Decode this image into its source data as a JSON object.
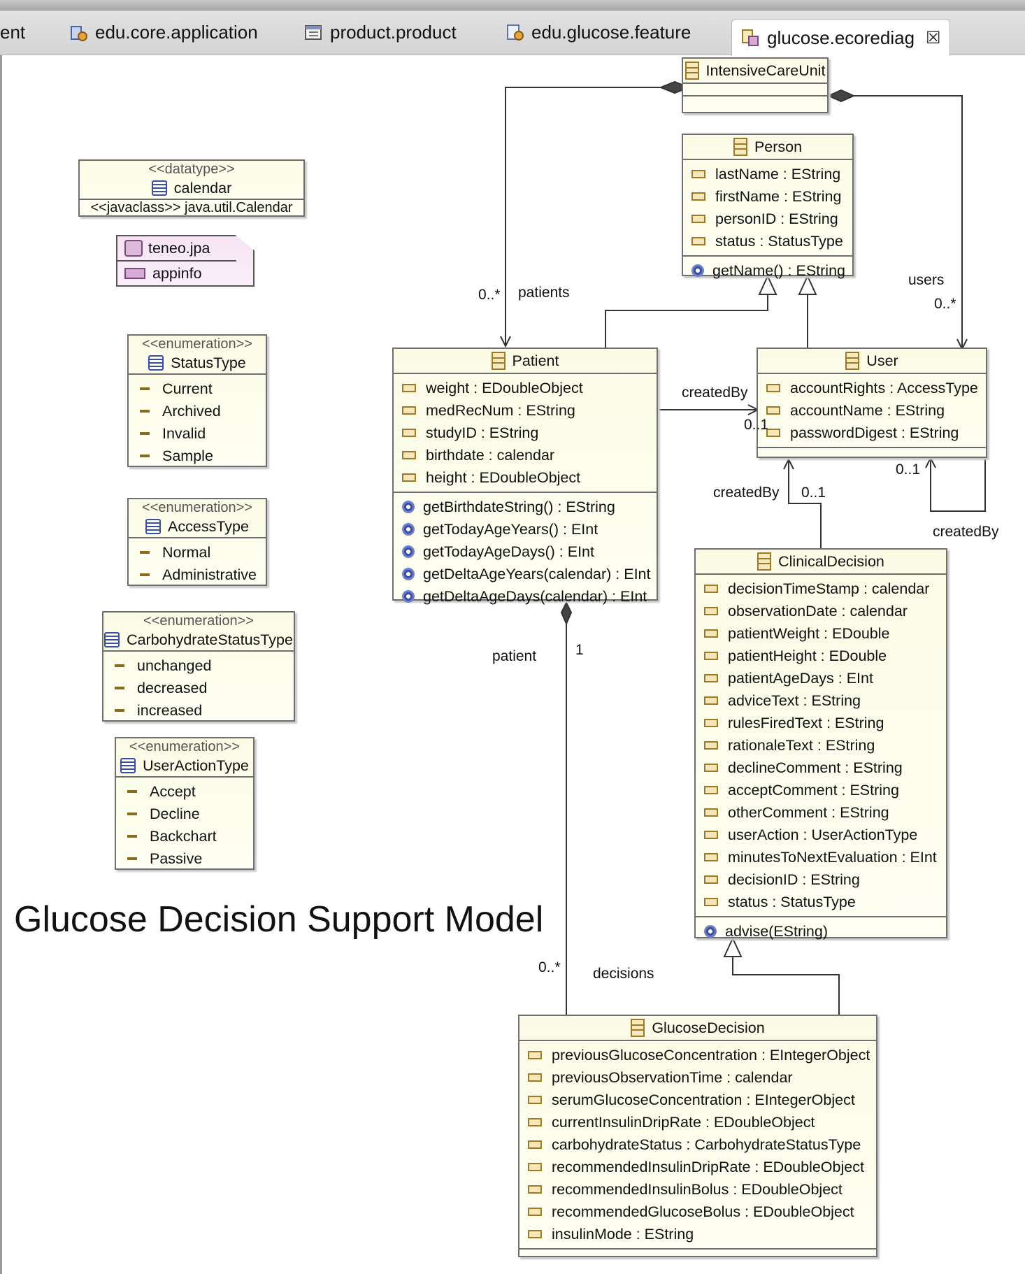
{
  "tabs": [
    {
      "label": "ent"
    },
    {
      "label": "edu.core.application"
    },
    {
      "label": "product.product"
    },
    {
      "label": "edu.glucose.feature"
    },
    {
      "label": "glucose.ecorediag",
      "active": true
    }
  ],
  "close_glyph": "☒",
  "diagram_title": "Glucose Decision Support Model",
  "nodes": {
    "icu": {
      "name": "IntensiveCareUnit"
    },
    "person": {
      "name": "Person",
      "attrs": [
        "lastName : EString",
        "firstName : EString",
        "personID : EString",
        "status : StatusType"
      ],
      "ops": [
        "getName() : EString"
      ]
    },
    "calendar": {
      "stereotype": "<<datatype>>",
      "name": "calendar",
      "instance": "<<javaclass>> java.util.Calendar"
    },
    "teneo": {
      "name": "teneo.jpa",
      "detail": "appinfo"
    },
    "statustype": {
      "stereotype": "<<enumeration>>",
      "name": "StatusType",
      "literals": [
        "Current",
        "Archived",
        "Invalid",
        "Sample"
      ]
    },
    "accesstype": {
      "stereotype": "<<enumeration>>",
      "name": "AccessType",
      "literals": [
        "Normal",
        "Administrative"
      ]
    },
    "carbstatus": {
      "stereotype": "<<enumeration>>",
      "name": "CarbohydrateStatusType",
      "literals": [
        "unchanged",
        "decreased",
        "increased"
      ]
    },
    "useraction": {
      "stereotype": "<<enumeration>>",
      "name": "UserActionType",
      "literals": [
        "Accept",
        "Decline",
        "Backchart",
        "Passive"
      ]
    },
    "patient": {
      "name": "Patient",
      "attrs": [
        "weight : EDoubleObject",
        "medRecNum : EString",
        "studyID : EString",
        "birthdate : calendar",
        "height : EDoubleObject"
      ],
      "ops": [
        "getBirthdateString() : EString",
        "getTodayAgeYears() : EInt",
        "getTodayAgeDays() : EInt",
        "getDeltaAgeYears(calendar) : EInt",
        "getDeltaAgeDays(calendar) : EInt"
      ]
    },
    "user": {
      "name": "User",
      "attrs": [
        "accountRights : AccessType",
        "accountName : EString",
        "passwordDigest : EString"
      ]
    },
    "clinical": {
      "name": "ClinicalDecision",
      "attrs": [
        "decisionTimeStamp : calendar",
        "observationDate : calendar",
        "patientWeight : EDouble",
        "patientHeight : EDouble",
        "patientAgeDays : EInt",
        "adviceText : EString",
        "rulesFiredText : EString",
        "rationaleText : EString",
        "declineComment : EString",
        "acceptComment : EString",
        "otherComment : EString",
        "userAction : UserActionType",
        "minutesToNextEvaluation : EInt",
        "decisionID : EString",
        "status : StatusType"
      ],
      "ops": [
        "advise(EString)"
      ]
    },
    "glucose": {
      "name": "GlucoseDecision",
      "attrs": [
        "previousGlucoseConcentration : EIntegerObject",
        "previousObservationTime : calendar",
        "serumGlucoseConcentration : EIntegerObject",
        "currentInsulinDripRate : EDoubleObject",
        "carbohydrateStatus : CarbohydrateStatusType",
        "recommendedInsulinDripRate : EDoubleObject",
        "recommendedInsulinBolus : EDoubleObject",
        "recommendedGlucoseBolus : EDoubleObject",
        "insulinMode : EString"
      ]
    }
  },
  "edge_labels": {
    "patients_mult": "0..*",
    "patients_role": "patients",
    "users_role": "users",
    "users_mult": "0..*",
    "createdBy_patient_role": "createdBy",
    "createdBy_patient_mult": "0..1",
    "createdBy_clinical_role": "createdBy",
    "createdBy_clinical_mult": "0..1",
    "createdBy_user_mult": "0..1",
    "createdBy_user_role": "createdBy",
    "patient_role": "patient",
    "patient_mult": "1",
    "decisions_mult": "0..*",
    "decisions_role": "decisions"
  }
}
